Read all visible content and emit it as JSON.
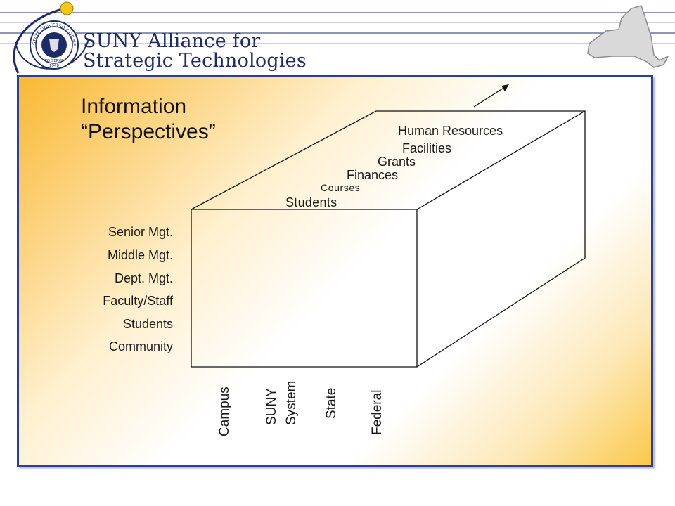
{
  "header": {
    "brand_line1": "SUNY Alliance for",
    "brand_line2": "Strategic Technologies",
    "seal_text": "STATE UNIVERSITY OF NEW YORK",
    "seal_motto": "TO SERVE",
    "seal_year": "1948"
  },
  "slide": {
    "title": "Information\n“Perspectives”",
    "management_levels": [
      "Senior Mgt.",
      "Middle Mgt.",
      "Dept. Mgt.",
      "Faculty/Staff",
      "Students",
      "Community"
    ],
    "information_areas": [
      "Students",
      "Courses",
      "Finances",
      "Grants",
      "Facilities",
      "Human Resources"
    ],
    "scope_levels": [
      "Campus",
      "SUNY\nSystem",
      "State",
      "Federal"
    ]
  },
  "colors": {
    "navy": "#1f2b66",
    "panel_border": "#2a3f97",
    "gradient_orange": "#f9b933",
    "orbit_ball": "#f5c518"
  }
}
